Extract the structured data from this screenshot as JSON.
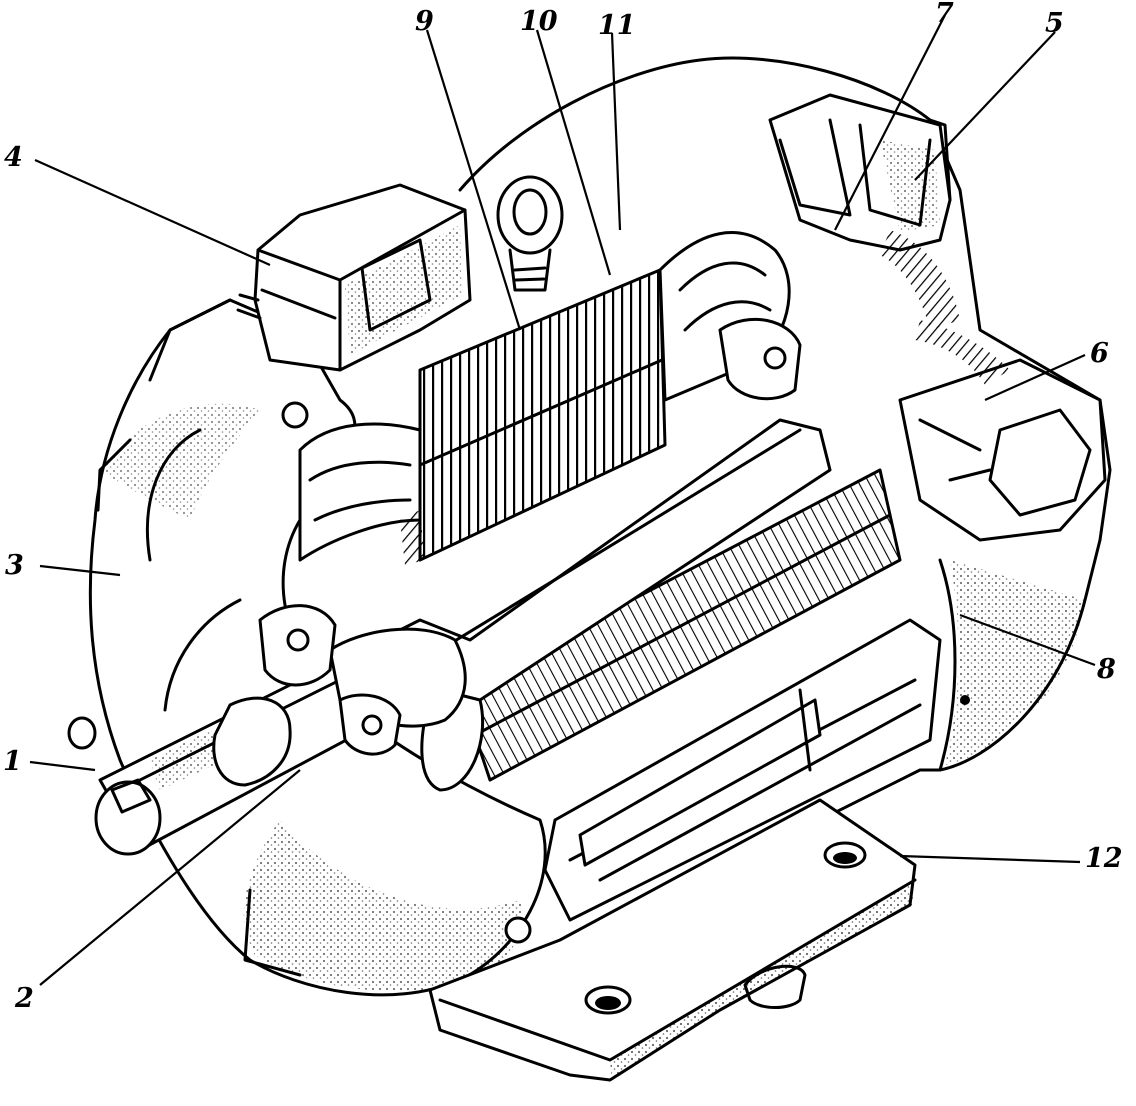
{
  "figure": {
    "labels": [
      {
        "id": "1",
        "text": "1"
      },
      {
        "id": "2",
        "text": "2"
      },
      {
        "id": "3",
        "text": "3"
      },
      {
        "id": "4",
        "text": "4"
      },
      {
        "id": "5",
        "text": "5"
      },
      {
        "id": "6",
        "text": "6"
      },
      {
        "id": "7",
        "text": "7"
      },
      {
        "id": "8",
        "text": "8"
      },
      {
        "id": "9",
        "text": "9"
      },
      {
        "id": "10",
        "text": "10"
      },
      {
        "id": "11",
        "text": "11"
      },
      {
        "id": "12",
        "text": "12"
      }
    ],
    "ink_color": "#000000",
    "paper_color": "#ffffff"
  }
}
